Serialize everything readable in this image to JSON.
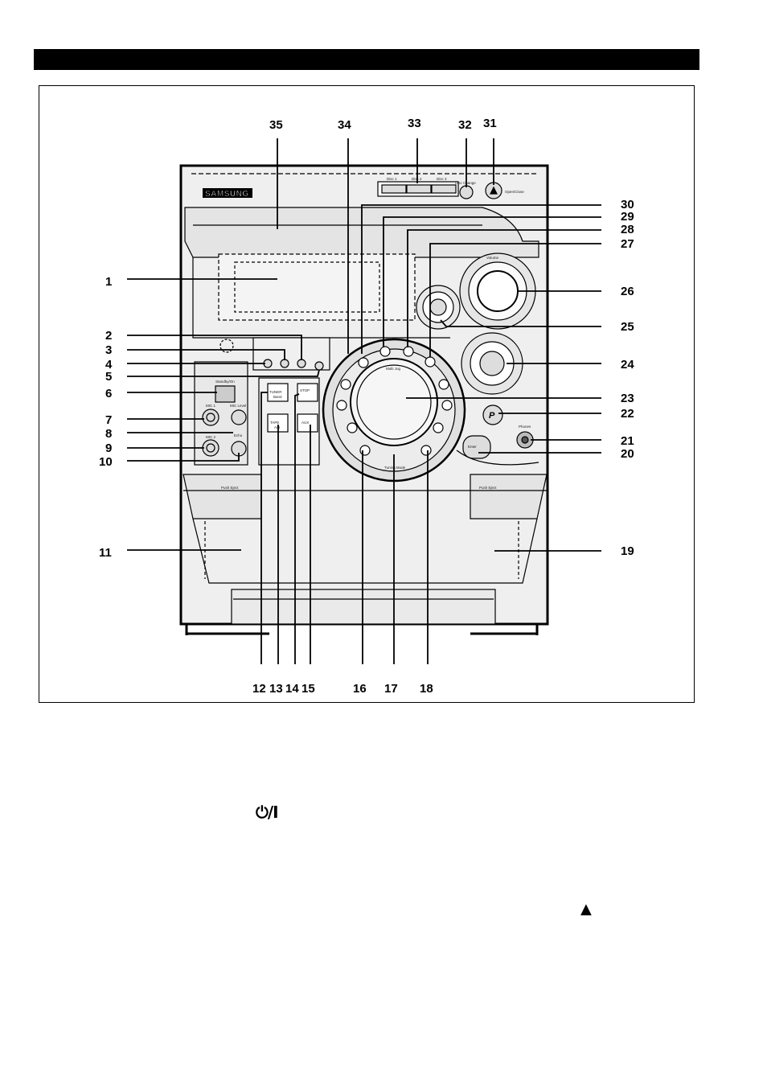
{
  "device": {
    "brand": "SAMSUNG",
    "labels": {
      "disc1": "Disc 1",
      "disc2": "Disc 2",
      "disc3": "Disc 3",
      "disc_change": "Disc Change",
      "open_close": "Open/Close",
      "standby_on": "Standby/On",
      "mic1": "MIC 1",
      "mic2": "MIC 2",
      "mic_level": "MIC Level",
      "echo": "Echo",
      "volume": "Volume",
      "tuner": "TUNER",
      "tuner_sub": "Band",
      "tape": "TAPE",
      "tape_sub": "A/B",
      "stop": "STOP",
      "aux": "AUX",
      "phones": "Phones",
      "enter": "Enter",
      "push_eject_left": "Push Eject",
      "push_eject_right": "Push Eject",
      "tuning_mode": "Tuning Mode",
      "multi_jog": "Multi Jog",
      "p_button": "P"
    }
  },
  "callouts": {
    "c1": "1",
    "c2": "2",
    "c3": "3",
    "c4": "4",
    "c5": "5",
    "c6": "6",
    "c7": "7",
    "c8": "8",
    "c9": "9",
    "c10": "10",
    "c11": "11",
    "c12": "12",
    "c13": "13",
    "c14": "14",
    "c15": "15",
    "c16": "16",
    "c17": "17",
    "c18": "18",
    "c19": "19",
    "c20": "20",
    "c21": "21",
    "c22": "22",
    "c23": "23",
    "c24": "24",
    "c25": "25",
    "c26": "26",
    "c27": "27",
    "c28": "28",
    "c29": "29",
    "c30": "30",
    "c31": "31",
    "c32": "32",
    "c33": "33",
    "c34": "34",
    "c35": "35"
  },
  "icons": {
    "power": "power-standby-icon",
    "eject": "eject-triangle-icon"
  },
  "glyphs": {
    "power": "⏻/I",
    "eject": "▲"
  }
}
